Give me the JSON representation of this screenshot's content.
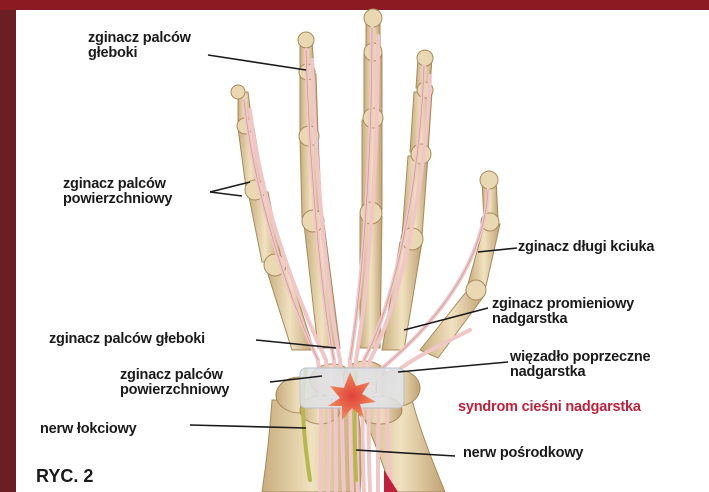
{
  "labels": {
    "fdp_top": [
      "zginacz palców",
      "głeboki"
    ],
    "fds_left": [
      "zginacz palców",
      "powierzchniowy"
    ],
    "fpl": "zginacz długi kciuka",
    "fcr": [
      "zginacz promieniowy",
      "nadgarstka"
    ],
    "fdp_mid": "zginacz palców głeboki",
    "retinaculum": [
      "więzadło poprzeczne",
      "nadgarstka"
    ],
    "fds_mid": [
      "zginacz palców",
      "powierzchniowy"
    ],
    "syndrome": "syndrom cieśni nadgarstka",
    "ulnar": "nerw łokciowy",
    "median": "nerw pośrodkowy",
    "figure": "RYC. 2"
  },
  "colors": {
    "frame": "#6b1e24",
    "bone": "#e6d3ac",
    "bone_shade": "#b89868",
    "tendon": "#f1c6c6",
    "nerve": "#b5b84a",
    "highlight": "#c0203a"
  }
}
